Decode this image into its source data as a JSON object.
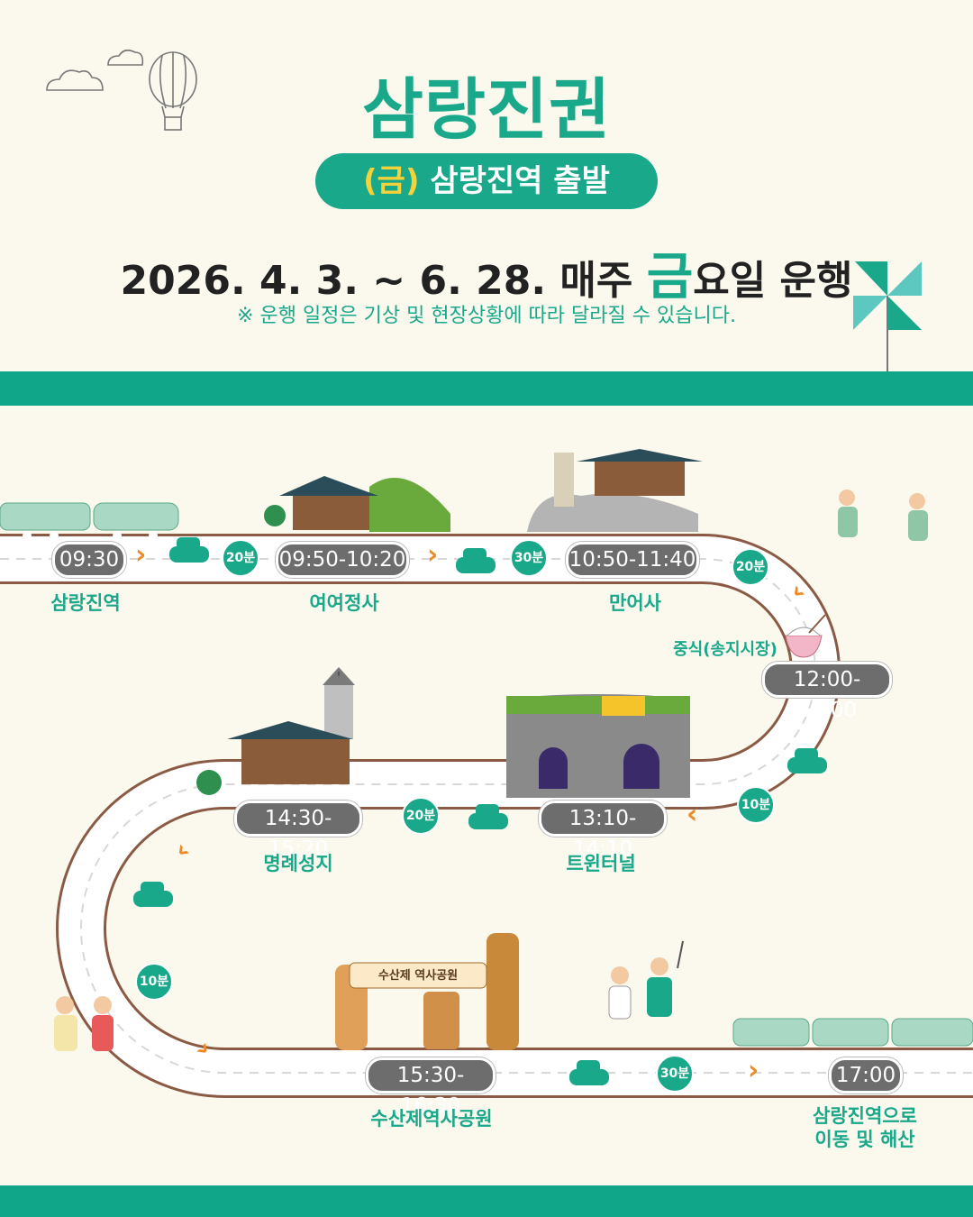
{
  "header": {
    "title": "삼랑진권",
    "pill_day": "(금)",
    "pill_text": "삼랑진역 출발",
    "date_prefix": "2026. 4. 3. ~ 6. 28. 매주",
    "date_highlight": "금",
    "date_suffix": "요일 운행",
    "notice": "※ 운행 일정은 기상 및 현장상황에 따라 달라질 수 있습니다."
  },
  "schedule": {
    "stops": [
      {
        "time": "09:30",
        "place": "삼랑진역"
      },
      {
        "time": "09:50-10:20",
        "place": "여여정사"
      },
      {
        "time": "10:50-11:40",
        "place": "만어사"
      },
      {
        "time": "12:00-13:00",
        "place": "중식(송지시장)"
      },
      {
        "time": "13:10-14:10",
        "place": "트윈터널"
      },
      {
        "time": "14:30-15:20",
        "place": "명례성지"
      },
      {
        "time": "15:30-16:30",
        "place": "수산제역사공원"
      },
      {
        "time": "17:00",
        "place_line1": "삼랑진역으로",
        "place_line2": "이동 및 해산"
      }
    ],
    "durations": [
      "20분",
      "30분",
      "20분",
      "10분",
      "20분",
      "10분",
      "30분"
    ],
    "park_sign": "수산제 역사공원"
  },
  "colors": {
    "accent": "#1aa88a",
    "time_badge": "#6d6d6d",
    "arrow": "#f08a24",
    "background": "#fbf8ee"
  }
}
